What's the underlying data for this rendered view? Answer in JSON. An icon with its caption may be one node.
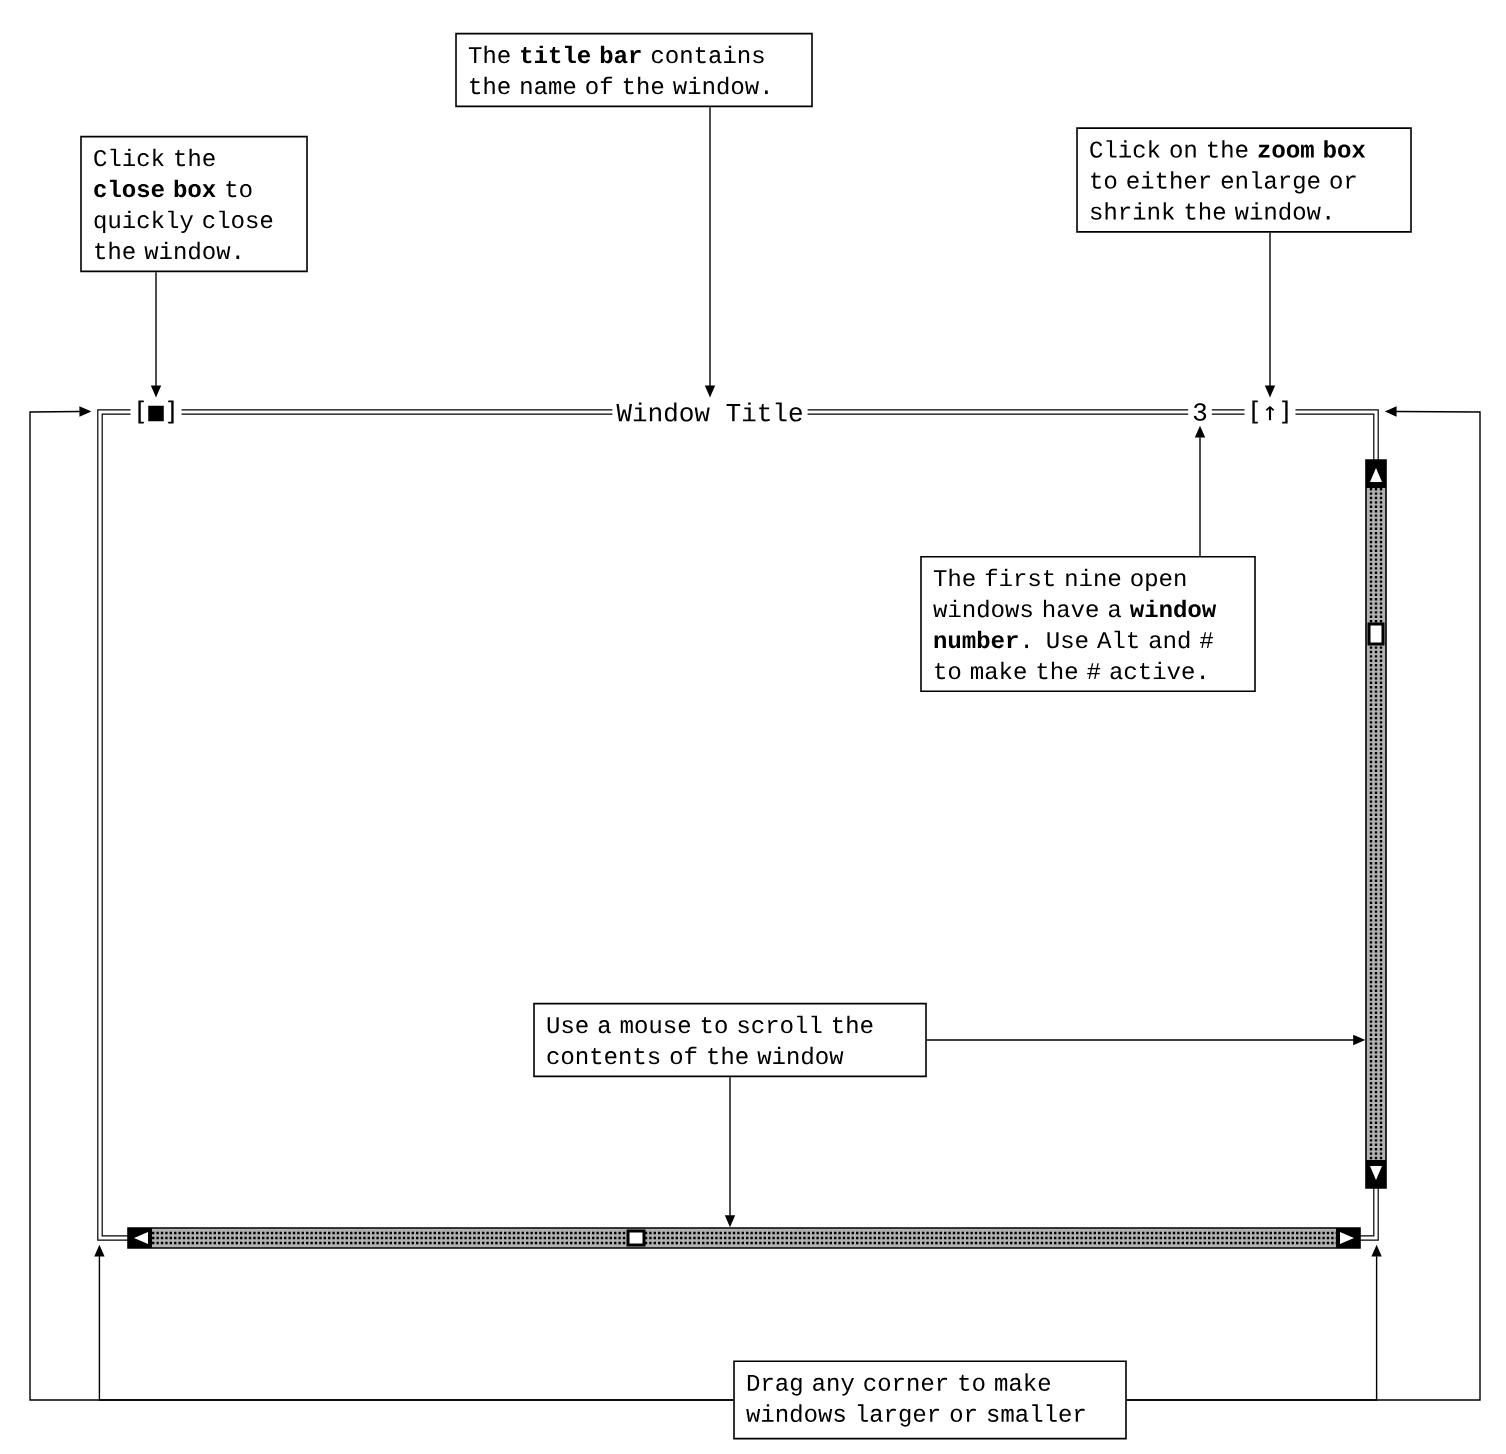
{
  "diagram": {
    "nodes": [
      {
        "text": [
          "The **title bar** contains the name of the window."
        ]
      },
      {
        "text": [
          "Click the **close box** to quickly close the window."
        ]
      },
      {
        "text": [
          "Click on the **zoom box** to either enlarge or shrink the window."
        ]
      },
      {
        "text": [],
        "shape": "box"
      },
      {
        "text": [
          "[■]"
        ],
        "in": 3
      },
      {
        "text": [
          "Window Title"
        ],
        "in": 3
      },
      {
        "text": [
          "3"
        ],
        "in": 3
      },
      {
        "text": [
          "[↑]"
        ],
        "in": 3
      },
      {
        "text": [
          "The first nine open windows have a **window number**. Use Alt and # to make the # active."
        ],
        "in": 3
      },
      {
        "text": [],
        "shape": "bar",
        "in": 3
      },
      {
        "text": [
          "Use a mouse to scroll the contents of the window"
        ],
        "in": 3
      },
      {
        "text": [],
        "shape": "bar",
        "in": 3
      },
      {
        "text": [
          "Drag any corner to make windows larger or smaller"
        ]
      }
    ],
    "edges": [
      {
        "from": 0,
        "to": 5,
        "arrow": "to"
      },
      {
        "from": 1,
        "to": 4,
        "arrow": "to"
      },
      {
        "from": 2,
        "to": 7,
        "arrow": "to"
      },
      {
        "from": 8,
        "to": 6,
        "arrow": "to"
      },
      {
        "from": 10,
        "to": 9,
        "arrow": "to"
      },
      {
        "from": 10,
        "to": 11,
        "arrow": "to"
      },
      {
        "from": 12,
        "to": 3,
        "arrow": "to"
      },
      {
        "from": 12,
        "to": 3,
        "arrow": "to"
      },
      {
        "from": 12,
        "to": 3,
        "arrow": "to"
      },
      {
        "from": 12,
        "to": 3,
        "arrow": "to"
      }
    ]
  }
}
